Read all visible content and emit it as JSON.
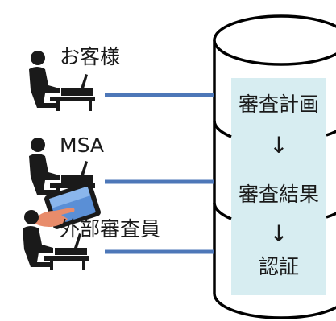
{
  "actors": [
    {
      "label": "お客様",
      "icon": "person-at-computer-icon"
    },
    {
      "label": "MSA",
      "icon": "person-at-computer-icon"
    },
    {
      "label": "外部審査員",
      "icon": "person-at-computer-icon"
    }
  ],
  "tablet": {
    "icon": "tablet-touch-icon"
  },
  "database": {
    "steps": [
      "審査計画",
      "審査結果",
      "認証"
    ],
    "arrow_glyph": "↓"
  },
  "colors": {
    "connector": "#4d77b8",
    "panel": "#d7edf1",
    "outline": "#000000",
    "figure": "#1a1a1a"
  }
}
